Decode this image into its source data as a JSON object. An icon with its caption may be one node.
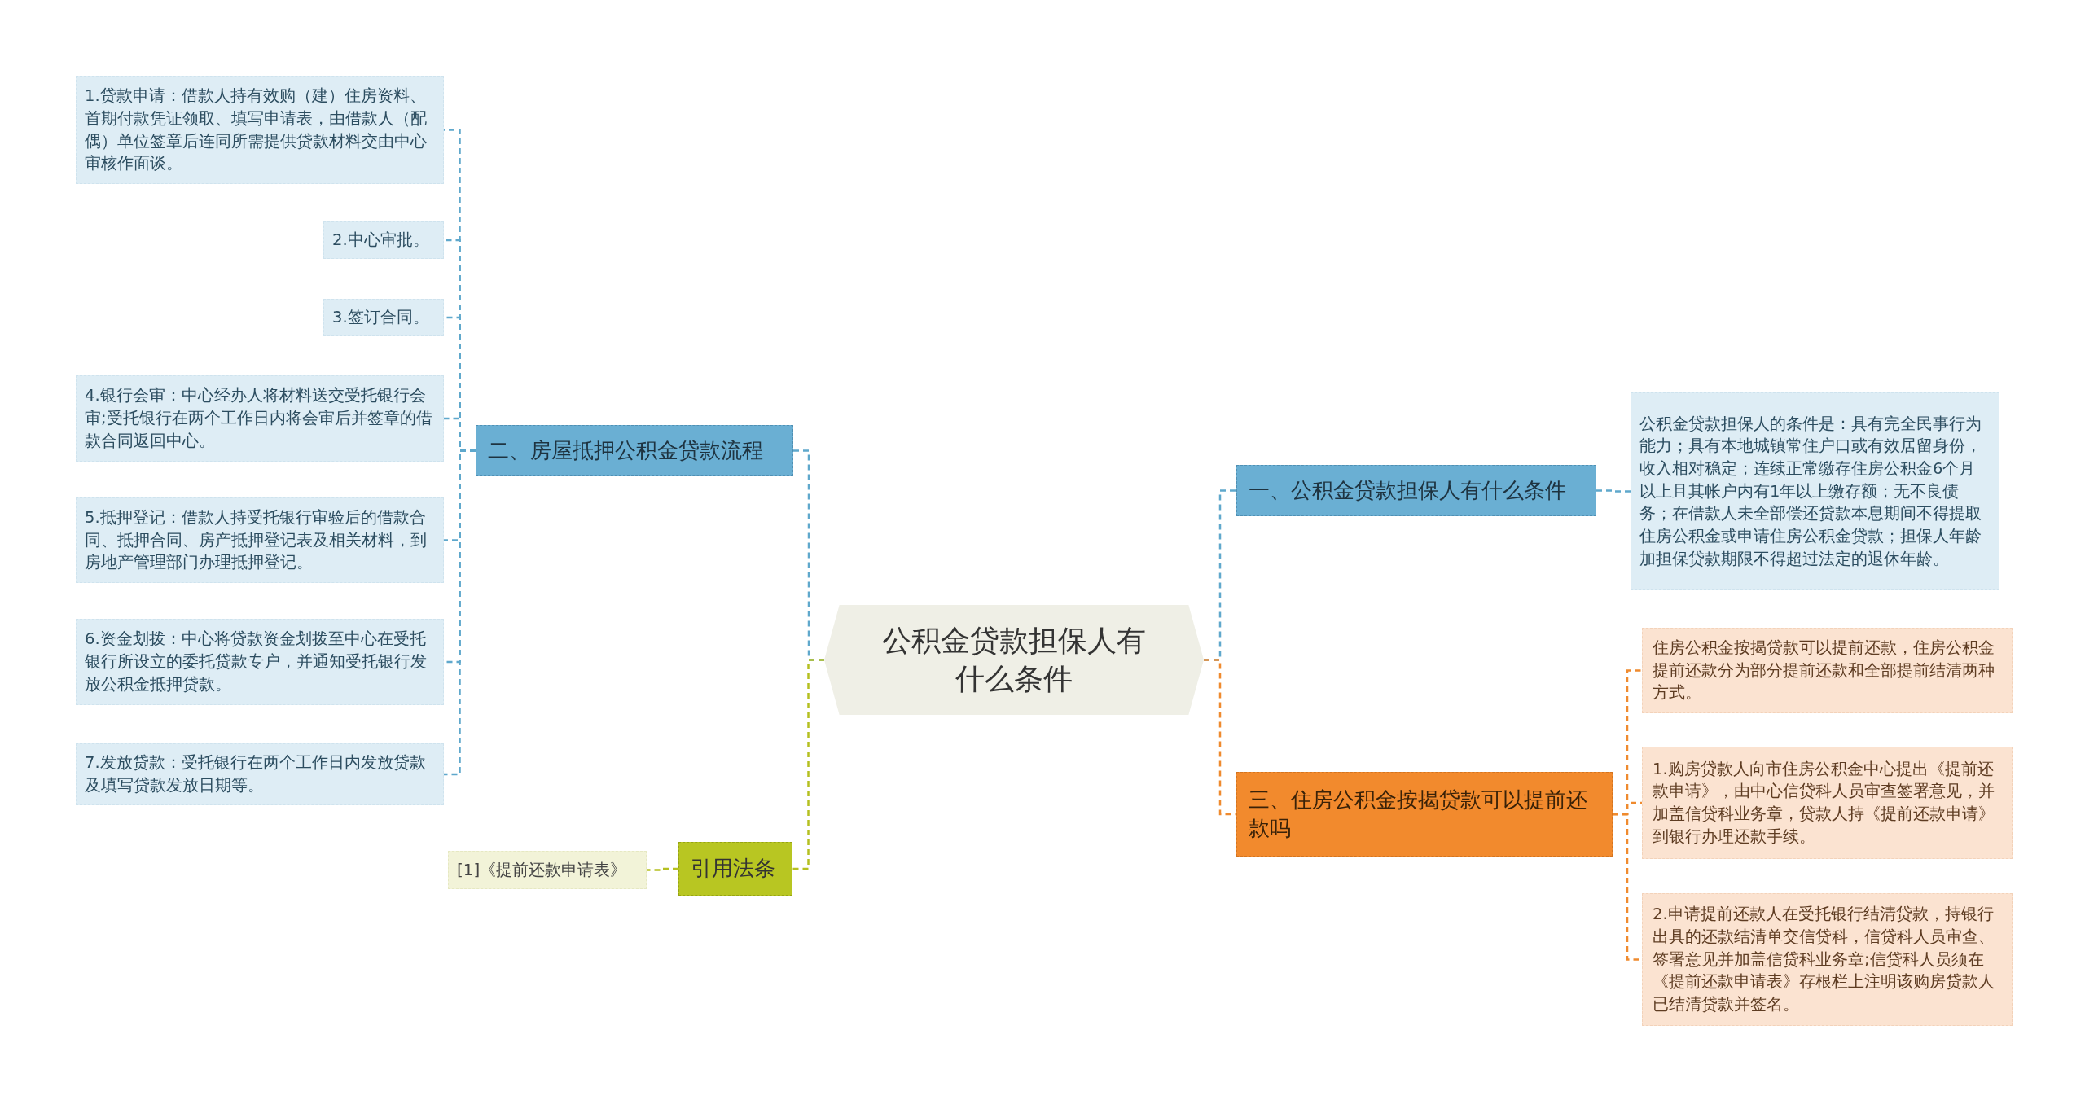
{
  "diagram": {
    "nodes": [
      {
        "text": [
          "公积金贷款担保人有什么条件"
        ]
      },
      {
        "text": [
          "一、公积金贷款担保人有什么条件"
        ]
      },
      {
        "text": [
          "公积金贷款担保人的条件是：具有完全民事行为能力；具有本地城镇常住户口或有效居留身份，收入相对稳定；连续正常缴存住房公积金6个月以上且其帐户内有1年以上缴存额；无不良债务；在借款人未全部偿还贷款本息期间不得提取住房公积金或申请住房公积金贷款；担保人年龄加担保贷款期限不得超过法定的退休年龄。"
        ]
      },
      {
        "text": [
          "三、住房公积金按揭贷款可以提前还款吗"
        ]
      },
      {
        "text": [
          "住房公积金按揭贷款可以提前还款，住房公积金提前还款分为部分提前还款和全部提前结清两种方式。"
        ]
      },
      {
        "text": [
          "1.购房贷款人向市住房公积金中心提出《提前还款申请》，由中心信贷科人员审查签署意见，并加盖信贷科业务章，贷款人持《提前还款申请》到银行办理还款手续。"
        ]
      },
      {
        "text": [
          "2.申请提前还款人在受托银行结清贷款，持银行出具的还款结清单交信贷科，信贷科人员审查、签署意见并加盖信贷科业务章;信贷科人员须在《提前还款申请表》存根栏上注明该购房贷款人已结清贷款并签名。"
        ]
      },
      {
        "text": [
          "二、房屋抵押公积金贷款流程"
        ]
      },
      {
        "text": [
          "1.贷款申请：借款人持有效购（建）住房资料、首期付款凭证领取、填写申请表，由借款人（配偶）单位签章后连同所需提供贷款材料交由中心审核作面谈。"
        ]
      },
      {
        "text": [
          "2.中心审批。"
        ]
      },
      {
        "text": [
          "3.签订合同。"
        ]
      },
      {
        "text": [
          "4.银行会审：中心经办人将材料送交受托银行会审;受托银行在两个工作日内将会审后并签章的借款合同返回中心。"
        ]
      },
      {
        "text": [
          "5.抵押登记：借款人持受托银行审验后的借款合同、抵押合同、房产抵押登记表及相关材料，到房地产管理部门办理抵押登记。"
        ]
      },
      {
        "text": [
          "6.资金划拨：中心将贷款资金划拨至中心在受托银行所设立的委托贷款专户，并通知受托银行发放公积金抵押贷款。"
        ]
      },
      {
        "text": [
          "7.发放贷款：受托银行在两个工作日内发放贷款及填写贷款发放日期等。"
        ]
      },
      {
        "text": [
          "引用法条"
        ]
      },
      {
        "text": [
          "[1]《提前还款申请表》"
        ]
      }
    ],
    "edges": [
      {
        "from": 0,
        "to": 1,
        "arrow": "none",
        "style": "dashed"
      },
      {
        "from": 1,
        "to": 2,
        "arrow": "none",
        "style": "dashed"
      },
      {
        "from": 0,
        "to": 3,
        "arrow": "none",
        "style": "dashed",
        "color": "#ef8a2e"
      },
      {
        "from": 3,
        "to": 4,
        "arrow": "none",
        "style": "dashed",
        "color": "#ef8a2e"
      },
      {
        "from": 3,
        "to": 5,
        "arrow": "none",
        "style": "dashed",
        "color": "#ef8a2e"
      },
      {
        "from": 3,
        "to": 6,
        "arrow": "none",
        "style": "dashed",
        "color": "#ef8a2e"
      },
      {
        "from": 0,
        "to": 7,
        "arrow": "none",
        "style": "dashed"
      },
      {
        "from": 7,
        "to": 8,
        "arrow": "none",
        "style": "dashed"
      },
      {
        "from": 7,
        "to": 9,
        "arrow": "none",
        "style": "dashed"
      },
      {
        "from": 7,
        "to": 10,
        "arrow": "none",
        "style": "dashed"
      },
      {
        "from": 7,
        "to": 11,
        "arrow": "none",
        "style": "dashed"
      },
      {
        "from": 7,
        "to": 12,
        "arrow": "none",
        "style": "dashed"
      },
      {
        "from": 7,
        "to": 13,
        "arrow": "none",
        "style": "dashed"
      },
      {
        "from": 7,
        "to": 14,
        "arrow": "none",
        "style": "dashed"
      },
      {
        "from": 0,
        "to": 15,
        "arrow": "none",
        "style": "dashed",
        "color": "#b5c020"
      },
      {
        "from": 15,
        "to": 16,
        "arrow": "none",
        "style": "dashed",
        "color": "#b5c020"
      }
    ]
  }
}
